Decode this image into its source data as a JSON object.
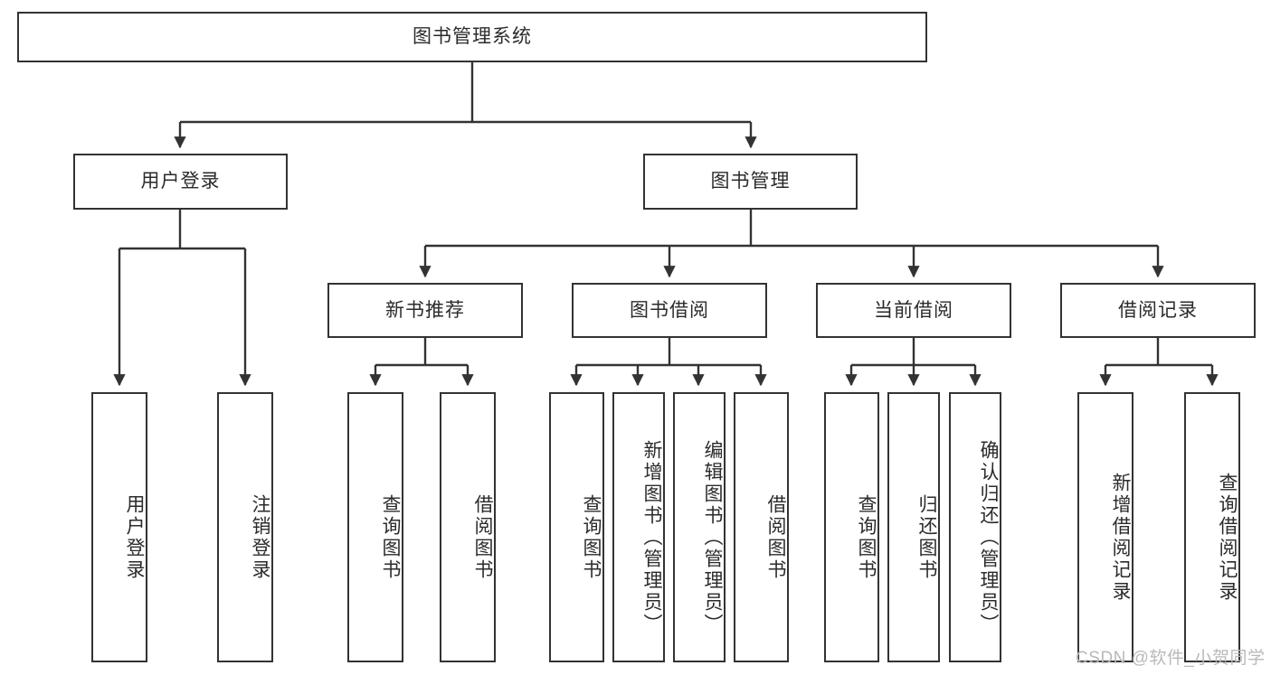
{
  "diagram": {
    "title": "图书管理系统",
    "orientation": "top-down-tree",
    "background_color": "#ffffff",
    "box_border_color": "#333333",
    "text_color": "#2b2b2b",
    "connector_color": "#333333"
  },
  "nodes": {
    "root": {
      "label": "图书管理系统",
      "level": 1,
      "text_direction": "horizontal"
    },
    "l2": [
      {
        "id": "user-login",
        "label": "用户登录",
        "level": 2,
        "text_direction": "horizontal"
      },
      {
        "id": "book-manage",
        "label": "图书管理",
        "level": 2,
        "text_direction": "horizontal"
      }
    ],
    "l3": [
      {
        "id": "new-book-recommend",
        "label": "新书推荐",
        "level": 3,
        "text_direction": "horizontal"
      },
      {
        "id": "book-borrow",
        "label": "图书借阅",
        "level": 3,
        "text_direction": "horizontal"
      },
      {
        "id": "current-borrow",
        "label": "当前借阅",
        "level": 3,
        "text_direction": "horizontal"
      },
      {
        "id": "borrow-record",
        "label": "借阅记录",
        "level": 3,
        "text_direction": "horizontal"
      }
    ],
    "leaves": [
      {
        "id": "leaf-user-login",
        "label": "用户登录",
        "parent": "user-login",
        "text_direction": "vertical"
      },
      {
        "id": "leaf-logout",
        "label": "注销登录",
        "parent": "user-login",
        "text_direction": "vertical"
      },
      {
        "id": "leaf-query-book-1",
        "label": "查询图书",
        "parent": "new-book-recommend",
        "text_direction": "vertical"
      },
      {
        "id": "leaf-borrow-book-1",
        "label": "借阅图书",
        "parent": "new-book-recommend",
        "text_direction": "vertical"
      },
      {
        "id": "leaf-query-book-2",
        "label": "查询图书",
        "parent": "book-borrow",
        "text_direction": "vertical"
      },
      {
        "id": "leaf-add-book",
        "label": "新增图书（管理员）",
        "parent": "book-borrow",
        "text_direction": "vertical"
      },
      {
        "id": "leaf-edit-book",
        "label": "编辑图书（管理员）",
        "parent": "book-borrow",
        "text_direction": "vertical"
      },
      {
        "id": "leaf-borrow-book-2",
        "label": "借阅图书",
        "parent": "book-borrow",
        "text_direction": "vertical"
      },
      {
        "id": "leaf-query-book-3",
        "label": "查询图书",
        "parent": "current-borrow",
        "text_direction": "vertical"
      },
      {
        "id": "leaf-return-book",
        "label": "归还图书",
        "parent": "current-borrow",
        "text_direction": "vertical"
      },
      {
        "id": "leaf-confirm-return",
        "label": "确认归还（管理员）",
        "parent": "current-borrow",
        "text_direction": "vertical"
      },
      {
        "id": "leaf-add-record",
        "label": "新增借阅记录",
        "parent": "borrow-record",
        "text_direction": "vertical"
      },
      {
        "id": "leaf-query-record",
        "label": "查询借阅记录",
        "parent": "borrow-record",
        "text_direction": "vertical"
      }
    ]
  },
  "watermark": {
    "text": "CSDN @软件_小贺同学"
  }
}
